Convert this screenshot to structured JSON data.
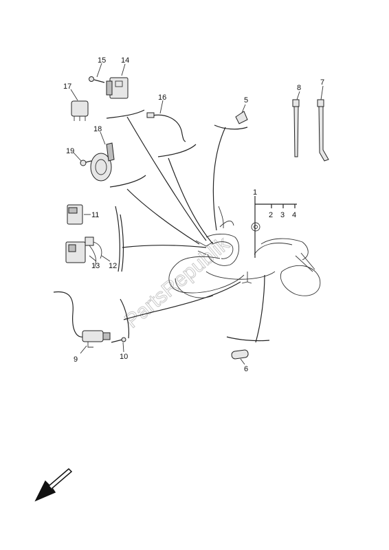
{
  "callouts": [
    "1",
    "2",
    "3",
    "4",
    "5",
    "6",
    "7",
    "8",
    "9",
    "10",
    "11",
    "12",
    "13",
    "14",
    "15",
    "16",
    "17",
    "18",
    "19"
  ],
  "watermark": "PartsRepublik",
  "colors": {
    "ink": "#222222",
    "part_fill": "#e6e6e6",
    "watermark": "#c8c8c8"
  },
  "icons": {
    "direction_arrow": "arrow-down-left-icon"
  }
}
